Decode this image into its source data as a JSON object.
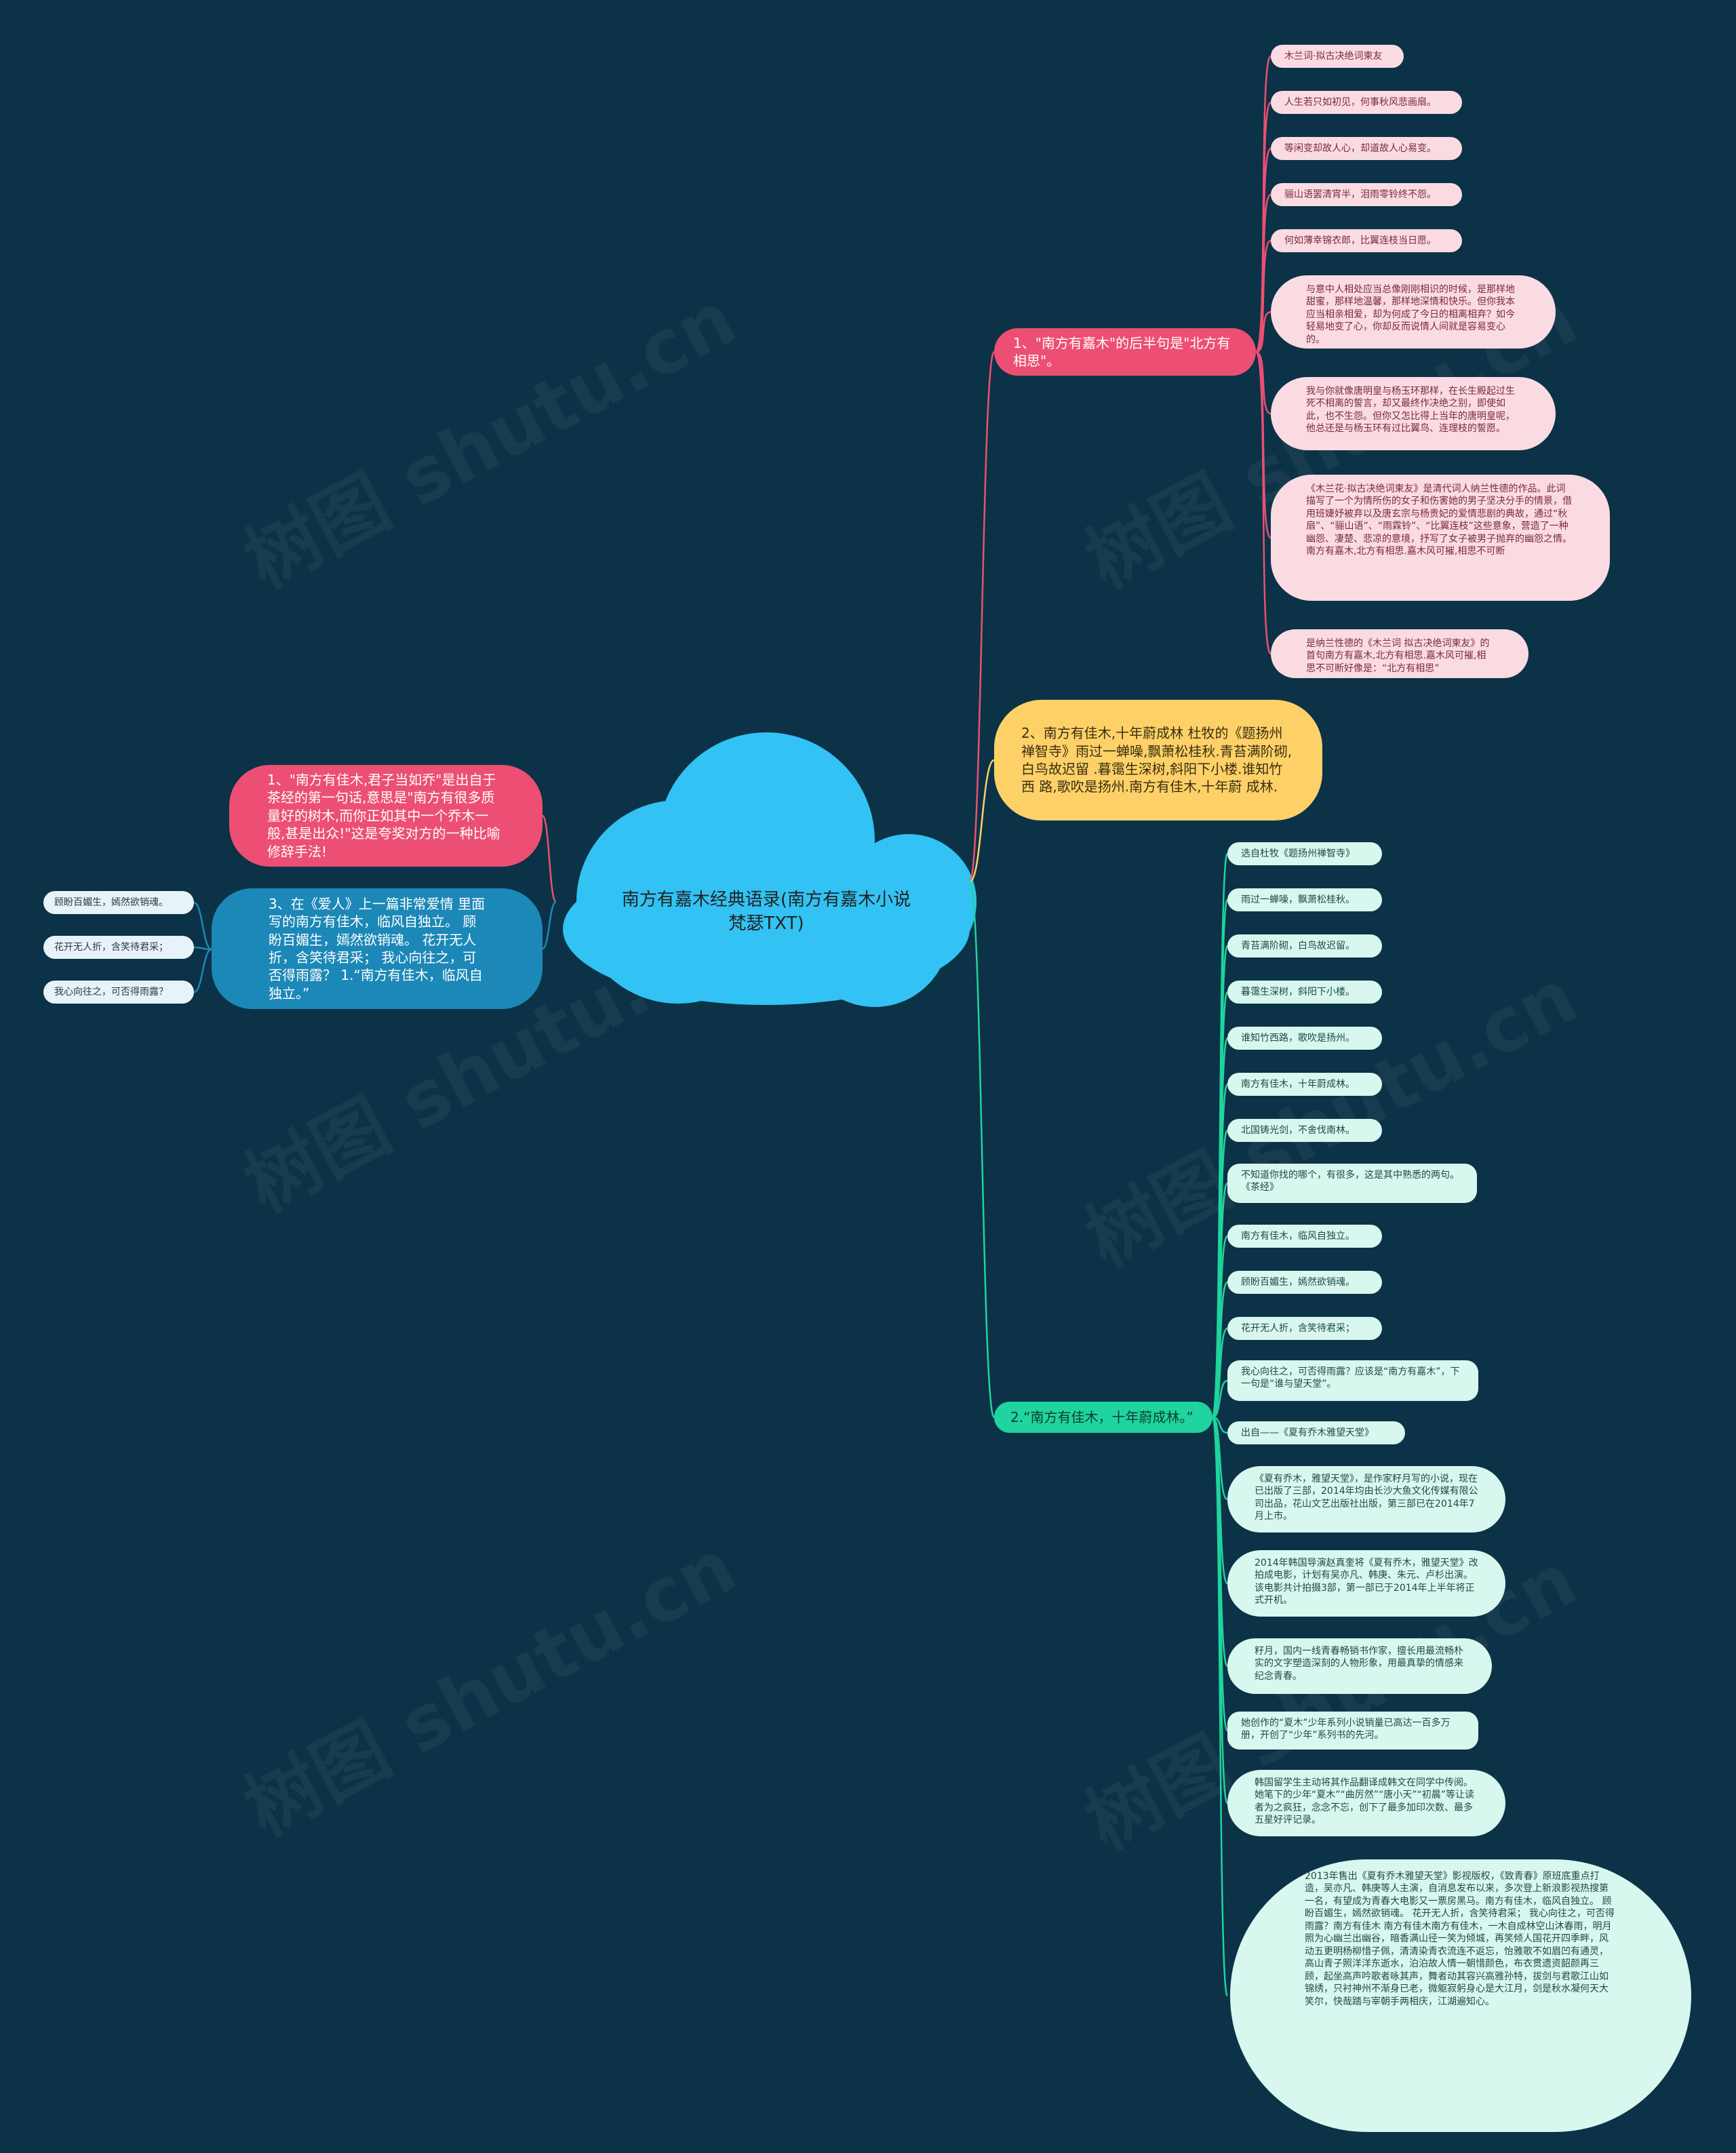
{
  "center": {
    "title": "南方有嘉木经典语录(南方有嘉木小说梵瑟TXT)"
  },
  "branches": {
    "r1": {
      "label": "1、\"南方有嘉木\"的后半句是\"北方有相思\"。"
    },
    "r2": {
      "label": "2、南方有佳木,十年蔚成林 杜牧的《题扬州禅智寺》雨过一蝉噪,飘萧松桂秋.青苔满阶砌,白鸟故迟留 .暮霭生深树,斜阳下小楼.谁知竹西 路,歌吹是扬州.南方有佳木,十年蔚 成林."
    },
    "r3": {
      "label": "2.“南方有佳木，十年蔚成林。”"
    },
    "l1": {
      "label": "1、\"南方有佳木,君子当如乔\"是出自于茶经的第一句话,意思是\"南方有很多质量好的树木,而你正如其中一个乔木一般,甚是出众!\"这是夸奖对方的一种比喻修辞手法!"
    },
    "l2": {
      "label": "3、在《爱人》上一篇非常爱情 里面写的南方有佳木，临风自独立。 顾盼百媚生，嫣然欲销魂。 花开无人折，含笑待君采； 我心向往之，可否得雨露？ 1.“南方有佳木，临风自独立。”"
    }
  },
  "r1_leaves": [
    "木兰词·拟古决绝词柬友",
    "人生若只如初见，何事秋风悲画扇。",
    "等闲变却故人心，却道故人心易变。",
    "骊山语罢清宵半，泪雨零铃终不怨。",
    "何如薄幸锦衣郎，比翼连枝当日愿。",
    "与意中人相处应当总像刚刚相识的时候，是那样地甜蜜，那样地温馨，那样地深情和快乐。但你我本应当相亲相爱，却为何成了今日的相离相弃？如今轻易地变了心，你却反而说情人间就是容易变心的。",
    "我与你就像唐明皇与杨玉环那样，在长生殿起过生死不相离的誓言，却又最终作决绝之别，即使如此，也不生怨。但你又怎比得上当年的唐明皇呢，他总还是与杨玉环有过比翼鸟、连理枝的誓愿。",
    "《木兰花·拟古决绝词柬友》是清代词人纳兰性德的作品。此词描写了一个为情所伤的女子和伤害她的男子坚决分手的情景，借用班婕妤被弃以及唐玄宗与杨贵妃的爱情悲剧的典故，通过“秋扇”、“骊山语”、“雨霖铃”、“比翼连枝”这些意象，营造了一种幽怨、凄楚、悲凉的意境，抒写了女子被男子抛弃的幽怨之情。南方有嘉木,北方有相思.嘉木风可摧,相思不可断",
    "是纳兰性德的《木兰词 拟古决绝词柬友》的首句南方有嘉木,北方有相思.嘉木风可摧,相思不可断好像是：“北方有相思”"
  ],
  "r3_leaves": [
    "选自杜牧《题扬州禅智寺》",
    "雨过一蝉噪，飘萧松桂秋。",
    "青苔满阶砌，白鸟故迟留。",
    "暮霭生深树，斜阳下小楼。",
    "谁知竹西路，歌吹是扬州。",
    "南方有佳木，十年蔚成林。",
    "北国铸光剑，不舍伐南林。",
    "不知道你找的哪个，有很多，这是其中熟悉的两句。《茶经》",
    "南方有佳木，临风自独立。",
    "顾盼百媚生，嫣然欲销魂。",
    "花开无人折，含笑待君采；",
    "我心向往之，可否得雨露？应该是“南方有嘉木”，下一句是“谁与望天堂”。",
    "出自——《夏有乔木雅望天堂》",
    "《夏有乔木，雅望天堂》，是作家籽月写的小说，现在已出版了三部，2014年均由长沙大鱼文化传媒有限公司出品，花山文艺出版社出版，第三部已在2014年7月上市。",
    "2014年韩国导演赵真奎将《夏有乔木，雅望天堂》改拍成电影，计划有吴亦凡、韩庚、朱元、卢杉出演。该电影共计拍摄3部，第一部已于2014年上半年将正式开机。",
    "籽月，国内一线青春畅销书作家，擅长用最流畅朴实的文字塑造深刻的人物形象，用最真挚的情感来纪念青春。",
    "她创作的“夏木”少年系列小说销量已高达一百多万册，开创了“少年”系列书的先河。",
    "韩国留学生主动将其作品翻译成韩文在同学中传阅。她笔下的少年“夏木”“曲厉然”“唐小天”“初晨”等让读者为之疯狂，念念不忘，创下了最多加印次数、最多五星好评记录。",
    "2013年售出《夏有乔木雅望天堂》影视版权，《致青春》原班底重点打造，吴亦凡、韩庚等人主演，自消息发布以来，多次登上新浪影视热搜第一名，有望成为青春大电影又一票房黑马。南方有佳木，临风自独立。 顾盼百媚生，嫣然欲销魂。 花开无人折，含笑待君采； 我心向往之，可否得雨露？南方有佳木 南方有佳木南方有佳木，一木自成林空山沐春雨，明月照为心幽兰出幽谷，暗香满山径一笑为倾城，再笑倾人国花开四季畔，风动五更明杨柳惜子佩，清清染青衣流连不返忘，怡雅歌不如眉凹有通灵，高山青子照洋洋东逝水，泊泊故人情一朝惜颜色，布衣贯遗资韶颜再三顾，起坐高声吟歌者咏其声，舞者动其容兴高雅孙特，拔剑与君歌江山如锦绣，只衬神州不渐身已老，微躯寂躬身心是大江月，剑是秋水凝何天大笑尔，快哉踏与宰朝手两相庆，江湖遍知心。"
  ],
  "l2_leaves": [
    "顾盼百媚生，嫣然欲销魂。",
    "花开无人折，含笑待君采；",
    "我心向往之，可否得雨露？"
  ],
  "colors": {
    "background": "#0b3246",
    "cloud": "#32c2f3",
    "r1": "#ec4f73",
    "r2": "#fdd168",
    "r3": "#1fd49e",
    "l1": "#ec4f73",
    "l2": "#1c88b7",
    "r1_leaf": "#fadbe2",
    "r3_leaf": "#d8f7ef",
    "l2_leaf": "#e8f3f8"
  },
  "watermark": "树图 shutu.cn"
}
